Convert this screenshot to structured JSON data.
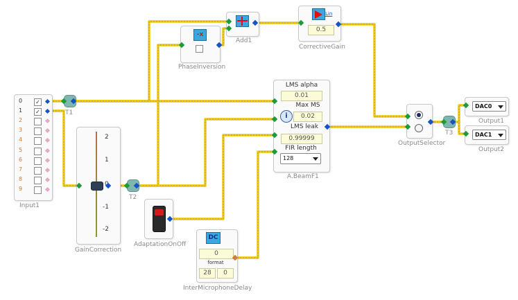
{
  "blocks": {
    "input1": {
      "label": "Input1",
      "channels": [
        {
          "num": "0",
          "checked": true
        },
        {
          "num": "1",
          "checked": true
        },
        {
          "num": "2",
          "checked": false
        },
        {
          "num": "3",
          "checked": false
        },
        {
          "num": "4",
          "checked": false
        },
        {
          "num": "5",
          "checked": false
        },
        {
          "num": "6",
          "checked": false
        },
        {
          "num": "7",
          "checked": false
        },
        {
          "num": "8",
          "checked": false
        },
        {
          "num": "9",
          "checked": false
        }
      ],
      "check_mark": "✓"
    },
    "t1": {
      "label": "T1"
    },
    "t2": {
      "label": "T2"
    },
    "t3": {
      "label": "T3"
    },
    "gain_correction": {
      "label": "GainCorrection",
      "ticks": [
        "2",
        "1",
        "0",
        "-1",
        "-2"
      ],
      "value": 0
    },
    "phase_inversion": {
      "label": "PhaseInversion",
      "icon_text": "-x",
      "checked": false
    },
    "add1": {
      "label": "Add1"
    },
    "corrective_gain": {
      "label": "CorrectiveGain",
      "icon_text": "Lin",
      "value": "0.5"
    },
    "abeam": {
      "label": "A.BeamF1",
      "lms_alpha_label": "LMS alpha",
      "lms_alpha_value": "0.01",
      "max_ms_label": "Max MS",
      "max_ms_value": "0.02",
      "lms_leak_label": "LMS leak",
      "lms_leak_value": "0.99999",
      "fir_length_label": "FIR length",
      "fir_length_value": "128"
    },
    "adaptation": {
      "label": "AdaptationOnOff"
    },
    "mic_delay": {
      "label": "InterMicrophoneDelay",
      "icon_text": "DC",
      "value": "0",
      "format_label": "format",
      "format_a": "28",
      "format_b": "0"
    },
    "output_selector": {
      "label": "OutputSelector"
    },
    "output1": {
      "label": "Output1",
      "device": "DAC0"
    },
    "output2": {
      "label": "Output2",
      "device": "DAC1"
    }
  },
  "colors": {
    "wire": "#f2c800",
    "wire_core": "#9a9a9a",
    "pin_in": "#1e9a3c",
    "pin_out": "#1553c7"
  }
}
